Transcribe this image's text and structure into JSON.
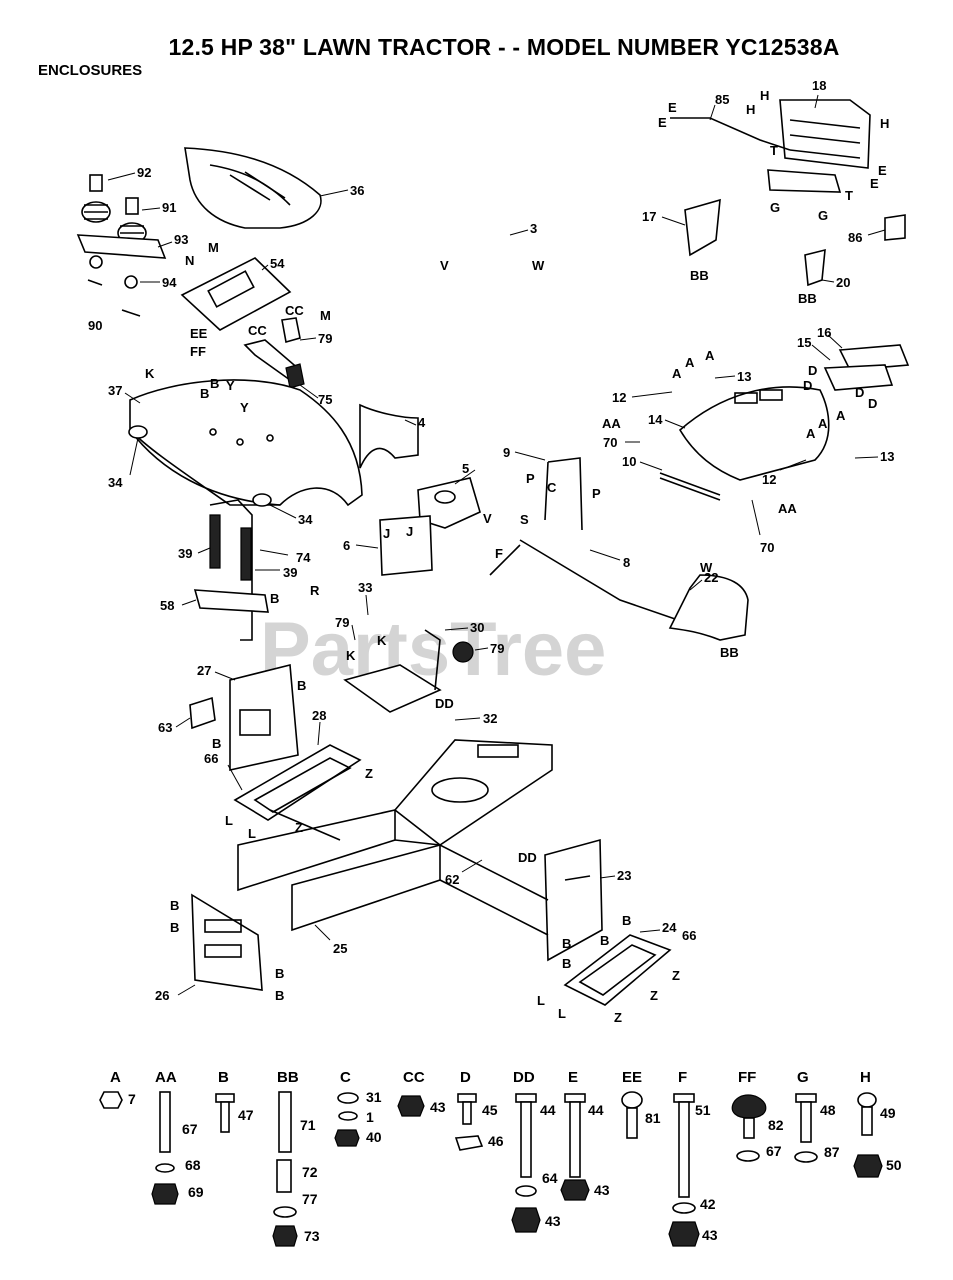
{
  "title": "12.5 HP 38\" LAWN TRACTOR - - MODEL NUMBER YC12538A",
  "subtitle": "ENCLOSURES",
  "watermark": "PartsTree",
  "callouts": [
    {
      "id": "c92",
      "label": "92"
    },
    {
      "id": "c91",
      "label": "91"
    },
    {
      "id": "c93",
      "label": "93"
    },
    {
      "id": "c94",
      "label": "94"
    },
    {
      "id": "c90",
      "label": "90"
    },
    {
      "id": "c36",
      "label": "36"
    },
    {
      "id": "c3",
      "label": "3"
    },
    {
      "id": "c54",
      "label": "54"
    },
    {
      "id": "c79a",
      "label": "79"
    },
    {
      "id": "c75",
      "label": "75"
    },
    {
      "id": "c37",
      "label": "37"
    },
    {
      "id": "c34a",
      "label": "34"
    },
    {
      "id": "c34b",
      "label": "34"
    },
    {
      "id": "c4",
      "label": "4"
    },
    {
      "id": "c39a",
      "label": "39"
    },
    {
      "id": "c74",
      "label": "74"
    },
    {
      "id": "c39b",
      "label": "39"
    },
    {
      "id": "c58",
      "label": "58"
    },
    {
      "id": "c6",
      "label": "6"
    },
    {
      "id": "c5",
      "label": "5"
    },
    {
      "id": "c9",
      "label": "9"
    },
    {
      "id": "c8",
      "label": "8"
    },
    {
      "id": "c33",
      "label": "33"
    },
    {
      "id": "c79b",
      "label": "79"
    },
    {
      "id": "c30",
      "label": "30"
    },
    {
      "id": "c79c",
      "label": "79"
    },
    {
      "id": "c32",
      "label": "32"
    },
    {
      "id": "c27",
      "label": "27"
    },
    {
      "id": "c63",
      "label": "63"
    },
    {
      "id": "c28",
      "label": "28"
    },
    {
      "id": "c66a",
      "label": "66"
    },
    {
      "id": "c62",
      "label": "62"
    },
    {
      "id": "c25",
      "label": "25"
    },
    {
      "id": "c26",
      "label": "26"
    },
    {
      "id": "c23",
      "label": "23"
    },
    {
      "id": "c24",
      "label": "24"
    },
    {
      "id": "c66b",
      "label": "66"
    },
    {
      "id": "c22",
      "label": "22"
    },
    {
      "id": "c85",
      "label": "85"
    },
    {
      "id": "c18",
      "label": "18"
    },
    {
      "id": "c17",
      "label": "17"
    },
    {
      "id": "c86",
      "label": "86"
    },
    {
      "id": "c20",
      "label": "20"
    },
    {
      "id": "c16",
      "label": "16"
    },
    {
      "id": "c15",
      "label": "15"
    },
    {
      "id": "c12a",
      "label": "12"
    },
    {
      "id": "c13a",
      "label": "13"
    },
    {
      "id": "c14",
      "label": "14"
    },
    {
      "id": "c70a",
      "label": "70"
    },
    {
      "id": "c10",
      "label": "10"
    },
    {
      "id": "c12b",
      "label": "12"
    },
    {
      "id": "c13b",
      "label": "13"
    },
    {
      "id": "c70b",
      "label": "70"
    }
  ],
  "letter_marks": [
    {
      "id": "m1",
      "label": "N"
    },
    {
      "id": "m2",
      "label": "M"
    },
    {
      "id": "m3",
      "label": "M"
    },
    {
      "id": "m4",
      "label": "EE"
    },
    {
      "id": "m5",
      "label": "FF"
    },
    {
      "id": "m6",
      "label": "CC"
    },
    {
      "id": "m7",
      "label": "CC"
    },
    {
      "id": "m8",
      "label": "K"
    },
    {
      "id": "m9",
      "label": "B"
    },
    {
      "id": "m10",
      "label": "Y"
    },
    {
      "id": "m11",
      "label": "Y"
    },
    {
      "id": "m12",
      "label": "V"
    },
    {
      "id": "m13",
      "label": "W"
    },
    {
      "id": "m14",
      "label": "V"
    },
    {
      "id": "m15",
      "label": "P"
    },
    {
      "id": "m16",
      "label": "C"
    },
    {
      "id": "m17",
      "label": "P"
    },
    {
      "id": "m18",
      "label": "S"
    },
    {
      "id": "m19",
      "label": "F"
    },
    {
      "id": "m20",
      "label": "J"
    },
    {
      "id": "m21",
      "label": "J"
    },
    {
      "id": "m22",
      "label": "R"
    },
    {
      "id": "m23",
      "label": "K"
    },
    {
      "id": "m24",
      "label": "K"
    },
    {
      "id": "m25",
      "label": "DD"
    },
    {
      "id": "m26",
      "label": "B"
    },
    {
      "id": "m27",
      "label": "B"
    },
    {
      "id": "m28",
      "label": "Z"
    },
    {
      "id": "m29",
      "label": "L"
    },
    {
      "id": "m30",
      "label": "L"
    },
    {
      "id": "m31",
      "label": "Z"
    },
    {
      "id": "m32",
      "label": "DD"
    },
    {
      "id": "m33",
      "label": "B"
    },
    {
      "id": "m34",
      "label": "B"
    },
    {
      "id": "m35",
      "label": "B"
    },
    {
      "id": "m36",
      "label": "B"
    },
    {
      "id": "m37",
      "label": "B"
    },
    {
      "id": "m38",
      "label": "B"
    },
    {
      "id": "m39",
      "label": "B"
    },
    {
      "id": "m40",
      "label": "B"
    },
    {
      "id": "m41",
      "label": "Z"
    },
    {
      "id": "m42",
      "label": "Z"
    },
    {
      "id": "m43",
      "label": "Z"
    },
    {
      "id": "m44",
      "label": "L"
    },
    {
      "id": "m45",
      "label": "L"
    },
    {
      "id": "m46",
      "label": "W"
    },
    {
      "id": "m47",
      "label": "BB"
    },
    {
      "id": "m48",
      "label": "E"
    },
    {
      "id": "m49",
      "label": "E"
    },
    {
      "id": "m50",
      "label": "H"
    },
    {
      "id": "m51",
      "label": "H"
    },
    {
      "id": "m52",
      "label": "H"
    },
    {
      "id": "m53",
      "label": "E"
    },
    {
      "id": "m54",
      "label": "E"
    },
    {
      "id": "m55",
      "label": "T"
    },
    {
      "id": "m56",
      "label": "G"
    },
    {
      "id": "m57",
      "label": "G"
    },
    {
      "id": "m58",
      "label": "T"
    },
    {
      "id": "m59",
      "label": "BB"
    },
    {
      "id": "m60",
      "label": "BB"
    },
    {
      "id": "m61",
      "label": "D"
    },
    {
      "id": "m62",
      "label": "D"
    },
    {
      "id": "m63",
      "label": "D"
    },
    {
      "id": "m64",
      "label": "D"
    },
    {
      "id": "m65",
      "label": "A"
    },
    {
      "id": "m66",
      "label": "A"
    },
    {
      "id": "m67",
      "label": "A"
    },
    {
      "id": "m68",
      "label": "AA"
    },
    {
      "id": "m69",
      "label": "A"
    },
    {
      "id": "m70",
      "label": "A"
    },
    {
      "id": "m71",
      "label": "A"
    },
    {
      "id": "m72",
      "label": "AA"
    },
    {
      "id": "m73",
      "label": "B"
    },
    {
      "id": "m74",
      "label": "B"
    }
  ],
  "hardware": [
    {
      "letter": "A",
      "parts": [
        "7"
      ]
    },
    {
      "letter": "AA",
      "parts": [
        "67",
        "68",
        "69"
      ]
    },
    {
      "letter": "B",
      "parts": [
        "47"
      ]
    },
    {
      "letter": "BB",
      "parts": [
        "71",
        "72",
        "77",
        "73"
      ]
    },
    {
      "letter": "C",
      "parts": [
        "31",
        "1",
        "40"
      ]
    },
    {
      "letter": "CC",
      "parts": [
        "43"
      ]
    },
    {
      "letter": "D",
      "parts": [
        "45",
        "46"
      ]
    },
    {
      "letter": "DD",
      "parts": [
        "44",
        "64",
        "43"
      ]
    },
    {
      "letter": "E",
      "parts": [
        "44",
        "43"
      ]
    },
    {
      "letter": "EE",
      "parts": [
        "81"
      ]
    },
    {
      "letter": "F",
      "parts": [
        "51",
        "42",
        "43"
      ]
    },
    {
      "letter": "FF",
      "parts": [
        "82",
        "67"
      ]
    },
    {
      "letter": "G",
      "parts": [
        "48",
        "87"
      ]
    },
    {
      "letter": "H",
      "parts": [
        "49",
        "50"
      ]
    }
  ]
}
